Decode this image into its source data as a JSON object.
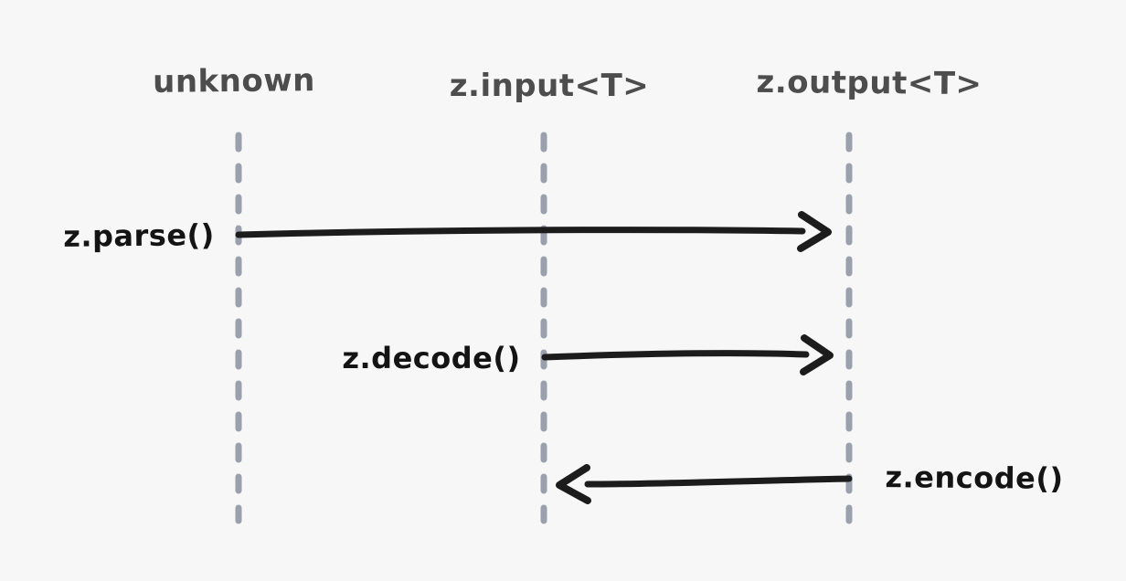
{
  "diagram": {
    "type": "sequence-diagram",
    "lifelines": [
      {
        "id": "unknown",
        "label": "unknown"
      },
      {
        "id": "input",
        "label": "z.input<T>"
      },
      {
        "id": "output",
        "label": "z.output<T>"
      }
    ],
    "messages": [
      {
        "id": "parse",
        "label": "z.parse()",
        "from": "unknown",
        "to": "output",
        "label_side": "left"
      },
      {
        "id": "decode",
        "label": "z.decode()",
        "from": "input",
        "to": "output",
        "label_side": "left"
      },
      {
        "id": "encode",
        "label": "z.encode()",
        "from": "output",
        "to": "input",
        "label_side": "right"
      }
    ],
    "colors": {
      "background": "#f7f7f8",
      "lifeline": "#9aa1ac",
      "lifeline_label": "#4d4d4d",
      "arrow": "#1c1c1c",
      "message_label": "#141414"
    }
  }
}
